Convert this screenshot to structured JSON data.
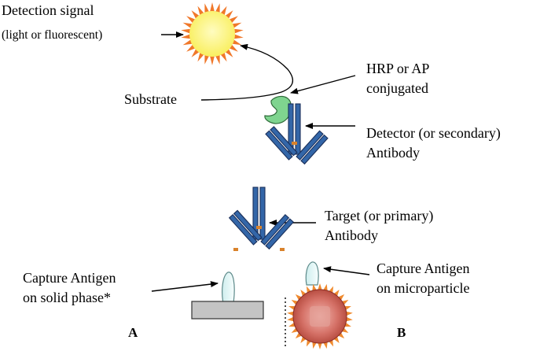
{
  "labels": {
    "detection_signal": "Detection signal",
    "detection_signal_sub": "(light or fluorescent)",
    "substrate": "Substrate",
    "hrp_line1": "HRP or AP",
    "hrp_line2": "conjugated",
    "detector_line1": "Detector (or secondary)",
    "detector_line2": "Antibody",
    "target_line1": "Target (or primary)",
    "target_line2": "Antibody",
    "capture_solid_line1": "Capture Antigen",
    "capture_solid_line2": "on solid phase*",
    "capture_micro_line1": "Capture Antigen",
    "capture_micro_line2": "on microparticle",
    "panel_a": "A",
    "panel_b": "B"
  },
  "colors": {
    "antibody_blue": "#3366a8",
    "antibody_outline": "#1a2f5a",
    "hinge_orange": "#d9822b",
    "enzyme_green": "#7fd48f",
    "antigen_light": "#e8f6f6",
    "signal_yellow": "#fbf37a",
    "signal_orange": "#f0782a",
    "solid_phase_gray": "#c4c4c4",
    "microparticle_red": "#c95b4f"
  }
}
